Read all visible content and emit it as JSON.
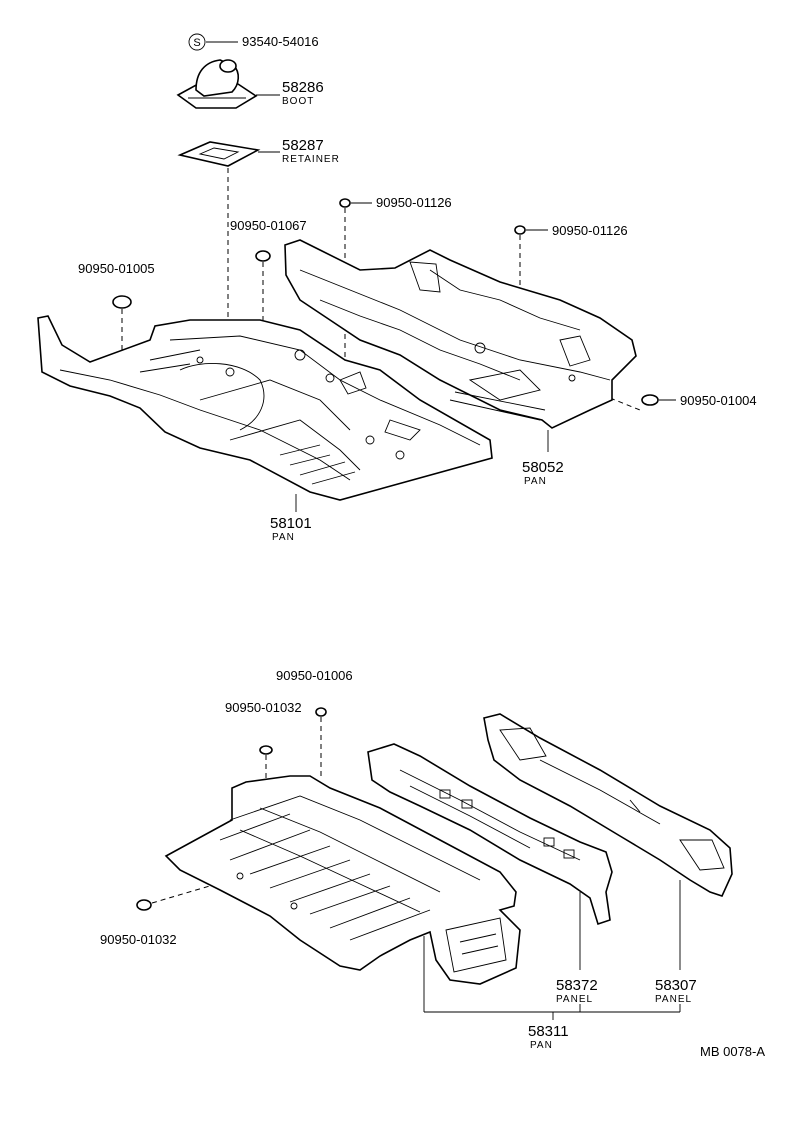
{
  "callouts": {
    "screw_part": "93540-54016",
    "boot_no": "58286",
    "boot_name": "BOOT",
    "retainer_no": "58287",
    "retainer_name": "RETAINER",
    "plug_01067": "90950-01067",
    "plug_01126_a": "90950-01126",
    "plug_01126_b": "90950-01126",
    "plug_01005": "90950-01005",
    "plug_01004": "90950-01004",
    "pan_front_no": "58052",
    "pan_front_name": "PAN",
    "pan_main_no": "58101",
    "pan_main_name": "PAN",
    "plug_01006": "90950-01006",
    "plug_01032_a": "90950-01032",
    "plug_01032_b": "90950-01032",
    "panel_mid_no": "58372",
    "panel_mid_name": "PANEL",
    "panel_rear_no": "58307",
    "panel_rear_name": "PANEL",
    "pan_rear_no": "58311",
    "pan_rear_name": "PAN",
    "diagram_id": "MB 0078-A",
    "screw_symbol": "S"
  },
  "icons": {
    "screw": "circled-s-icon"
  }
}
